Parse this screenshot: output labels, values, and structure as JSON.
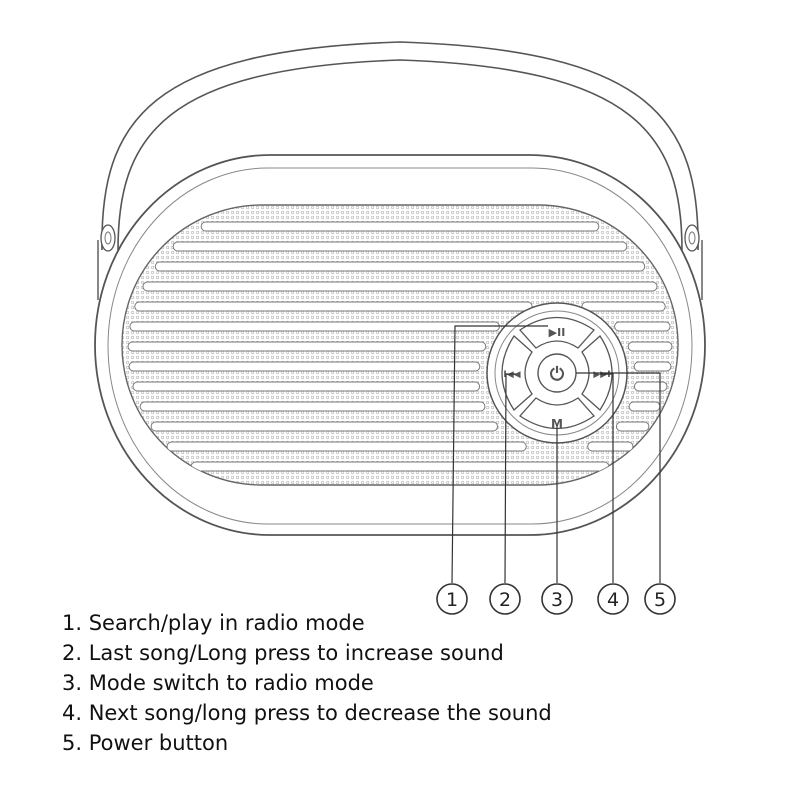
{
  "diagram": {
    "colors": {
      "stroke": "#555555",
      "grille": "#bbbbbb",
      "background": "#ffffff"
    },
    "buttons": {
      "play_pause": {
        "glyph": "▶II",
        "icon": "play-pause-icon"
      },
      "previous": {
        "glyph": "I◀◀",
        "icon": "previous-track-icon"
      },
      "power": {
        "glyph": "⏻",
        "icon": "power-icon"
      },
      "next": {
        "glyph": "▶▶I",
        "icon": "next-track-icon"
      },
      "mode": {
        "glyph": "M",
        "icon": "mode-icon"
      }
    },
    "callouts": [
      "1",
      "2",
      "3",
      "4",
      "5"
    ],
    "legend": [
      "1. Search/play in radio mode",
      "2. Last song/Long press to increase sound",
      "3. Mode switch to radio mode",
      "4. Next song/long press to decrease the sound",
      "5. Power button"
    ]
  }
}
